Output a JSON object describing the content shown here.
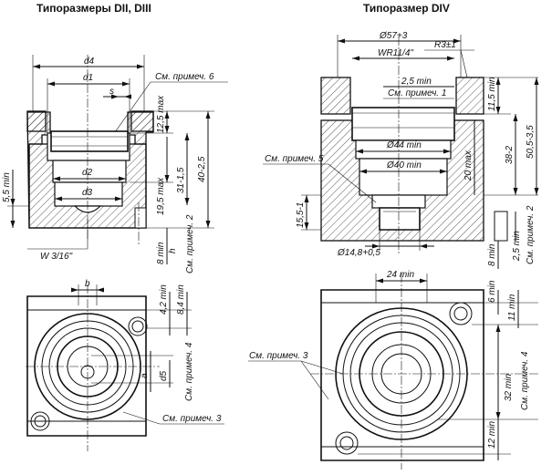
{
  "titles": {
    "left": "Типоразмеры DII, DIII",
    "right": "Типоразмер DIV"
  },
  "left_top": {
    "d4": "d4",
    "d1": "d1",
    "s": "s",
    "d2": "d2",
    "d3": "d3",
    "note6": "См. примеч. 6",
    "max12_5": "12,5 max",
    "max19_5": "19,5 max",
    "d31": "31-1,5",
    "d40": "40-2,5",
    "min5_5": "5,5 min",
    "min8": "8 min",
    "h": "h",
    "note2": "См. примеч. 2",
    "w316": "W 3/16\""
  },
  "left_bottom": {
    "b": "b",
    "min4_2": "4,2 min",
    "min8_4": "8,4 min",
    "a": "a",
    "d5": "d5",
    "note4": "См. примеч. 4",
    "note3": "См. примеч. 3"
  },
  "right_top": {
    "d57": "Ø57+3",
    "r3": "R3±1",
    "wr": "WR11/4\"",
    "min2_5": "2,5 min",
    "note1": "См. примеч. 1",
    "min11_5": "11,5 min",
    "note5": "См. примеч. 5",
    "d44": "Ø44 min",
    "d40": "Ø40 min",
    "max20": "20 max",
    "d38": "38-2",
    "d50_5": "50,5-3,5",
    "d15_5": "15,5-1",
    "d14_8": "Ø14,8+0,5",
    "min8": "8 min",
    "min2_5b": "2,5 min",
    "note2": "См. примеч. 2"
  },
  "right_bottom": {
    "min24": "24 min",
    "min6": "6 min",
    "min11": "11 min",
    "note3": "См. примеч. 3",
    "min32": "32 min",
    "note4": "См. примеч. 4",
    "min12": "12 min"
  }
}
